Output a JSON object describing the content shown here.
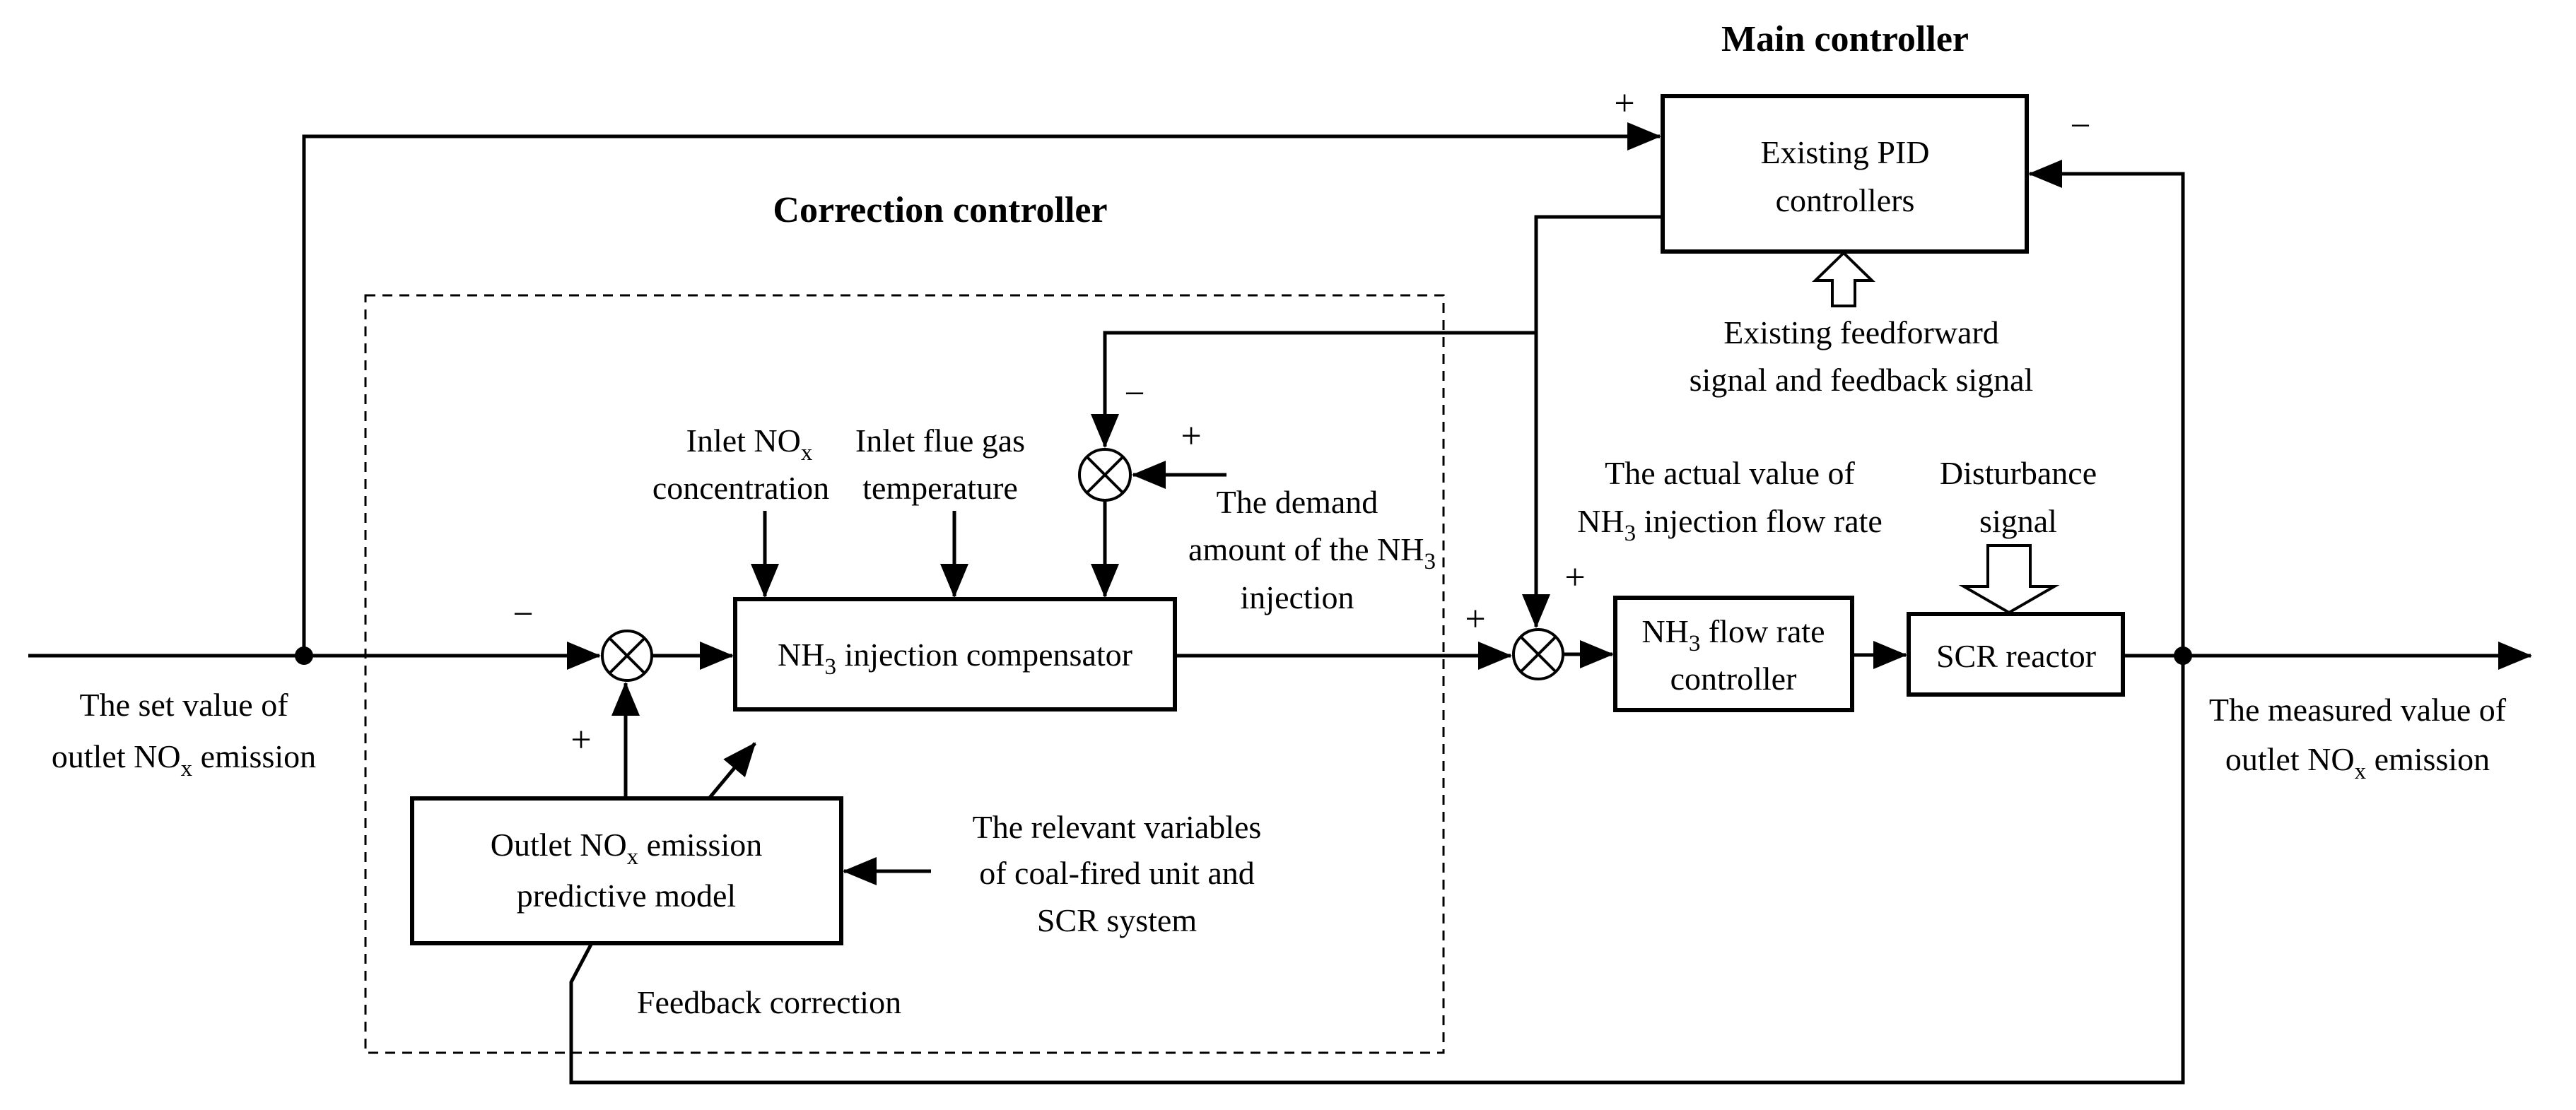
{
  "titles": {
    "main": "Main controller",
    "correction": "Correction controller"
  },
  "boxes": {
    "pid": {
      "line1": "Existing PID",
      "line2": "controllers"
    },
    "compensator": {
      "pre": "NH",
      "sub": "3",
      "post": " injection compensator"
    },
    "flow_rate": {
      "l1_pre": "NH",
      "l1_sub": "3",
      "l1_post": " flow rate",
      "line2": "controller"
    },
    "scr": {
      "label": "SCR reactor"
    },
    "model": {
      "l1_pre": "Outlet NO",
      "l1_sub": "x",
      "l1_post": " emission",
      "line2": "predictive model"
    }
  },
  "labels": {
    "set_value": {
      "line1": "The set value of",
      "l2_pre": "outlet NO",
      "l2_sub": "x",
      "l2_post": " emission"
    },
    "inlet_nox": {
      "l1_pre": "Inlet NO",
      "l1_sub": "x",
      "line2": "concentration"
    },
    "inlet_flue_gas": {
      "line1": "Inlet flue gas",
      "line2": "temperature"
    },
    "demand": {
      "line1": "The demand",
      "l2_pre": "amount of the NH",
      "l2_sub": "3",
      "line3": "injection"
    },
    "existing_signals": {
      "line1": "Existing feedforward",
      "line2": "signal and feedback signal"
    },
    "actual_value": {
      "line1": "The actual value of",
      "l2_pre": "NH",
      "l2_sub": "3",
      "l2_post": " injection flow rate"
    },
    "disturbance": {
      "line1": "Disturbance",
      "line2": "signal"
    },
    "measured_value": {
      "line1": "The measured value of",
      "l2_pre": "outlet NO",
      "l2_sub": "x",
      "l2_post": " emission"
    },
    "relevant_variables": {
      "line1": "The relevant variables",
      "line2": "of coal-fired unit and",
      "line3": "SCR system"
    },
    "feedback_correction": "Feedback correction"
  },
  "signs": {
    "sj1_minus": "−",
    "sj1_plus": "+",
    "sj3_minus": "−",
    "sj3_plus": "+",
    "sj2_left_plus": "+",
    "sj2_top_plus": "+",
    "pid_input_plus": "+",
    "pid_feedback_minus": "−"
  },
  "colors": {
    "stroke": "#000000",
    "background": "#ffffff"
  }
}
